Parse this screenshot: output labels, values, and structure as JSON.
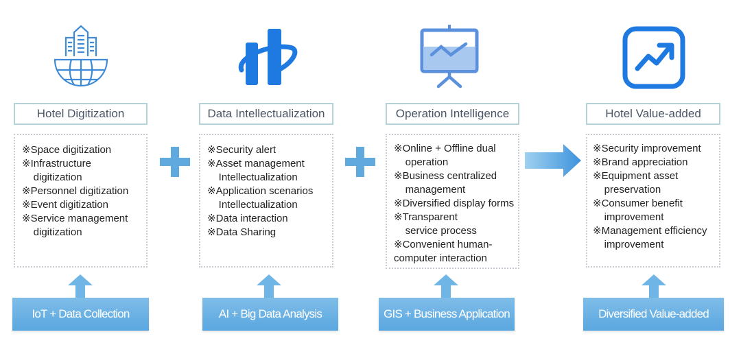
{
  "columns": [
    {
      "title": "Hotel Digitization",
      "items": [
        "※Space digitization",
        "※Infrastructure\n    digitization",
        "※Personnel digitization",
        "※Event digitization",
        "※Service management\n    digitization"
      ],
      "foundation": "IoT + Data Collection",
      "icon": "building-globe-icon"
    },
    {
      "title": "Data Intellectualization",
      "items": [
        "※Security alert",
        "※Asset management\n    Intellectualization",
        "※Application scenarios\n    Intellectualization",
        "※Data interaction",
        "※Data Sharing"
      ],
      "foundation": "AI + Big Data Analysis",
      "icon": "bar-chart-orbit-icon"
    },
    {
      "title": "Operation Intelligence",
      "items": [
        "※Online + Offline dual\n    operation",
        "※Business centralized\n    management",
        "※Diversified display forms",
        "※Transparent\n    service process",
        "※Convenient human-\ncomputer interaction"
      ],
      "foundation": "GIS + Business Application",
      "icon": "presentation-board-icon"
    },
    {
      "title": "Hotel Value-added",
      "items": [
        "※Security improvement",
        "※Brand appreciation",
        "※Equipment asset\n    preservation",
        "※Consumer benefit\n    improvement",
        "※Management efficiency\n    improvement"
      ],
      "foundation": "Diversified Value-added",
      "icon": "trend-up-icon"
    }
  ],
  "colors": {
    "accent": "#2a7fe0",
    "light": "#6fb5e6",
    "border": "#b3d3d9"
  }
}
